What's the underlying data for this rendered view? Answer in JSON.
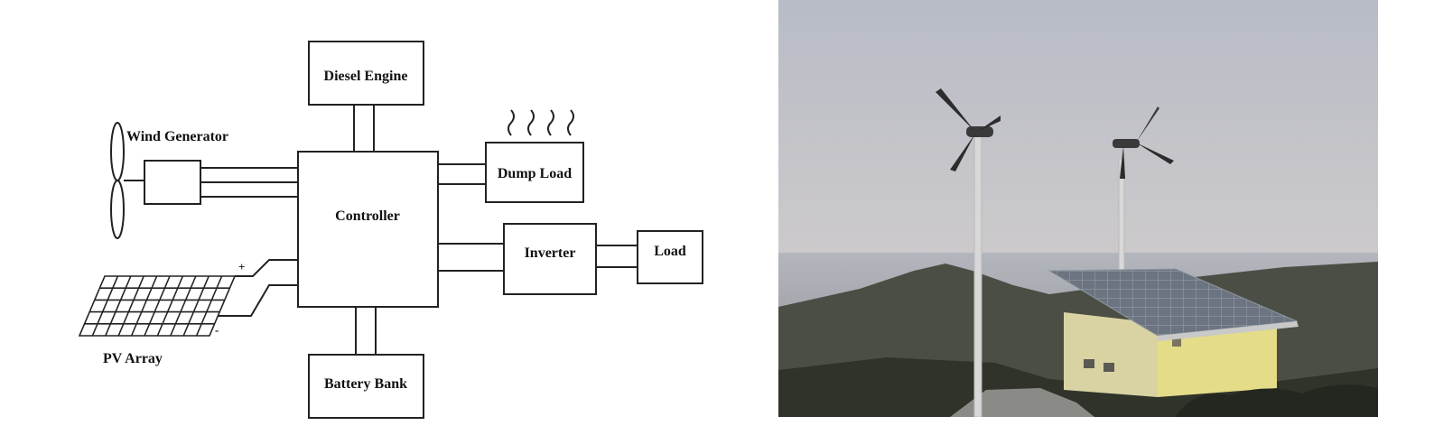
{
  "diagram": {
    "blocks": {
      "diesel_engine": "Diesel Engine",
      "controller": "Controller",
      "dump_load": "Dump Load",
      "inverter": "Inverter",
      "load": "Load",
      "battery_bank": "Battery Bank"
    },
    "labels": {
      "wind_generator": "Wind Generator",
      "pv_array": "PV Array",
      "pv_plus": "+",
      "pv_minus": "-"
    },
    "colors": {
      "line": "#222222",
      "text": "#111111"
    }
  },
  "photo": {
    "colors": {
      "sky_top": "#b8bcc6",
      "sky_bottom": "#d9d2cf",
      "hill": "#4a4e44",
      "cabin_wall": "#e4dc88",
      "solar_panel": "#6b7480",
      "pole": "#d8d8d8"
    }
  }
}
